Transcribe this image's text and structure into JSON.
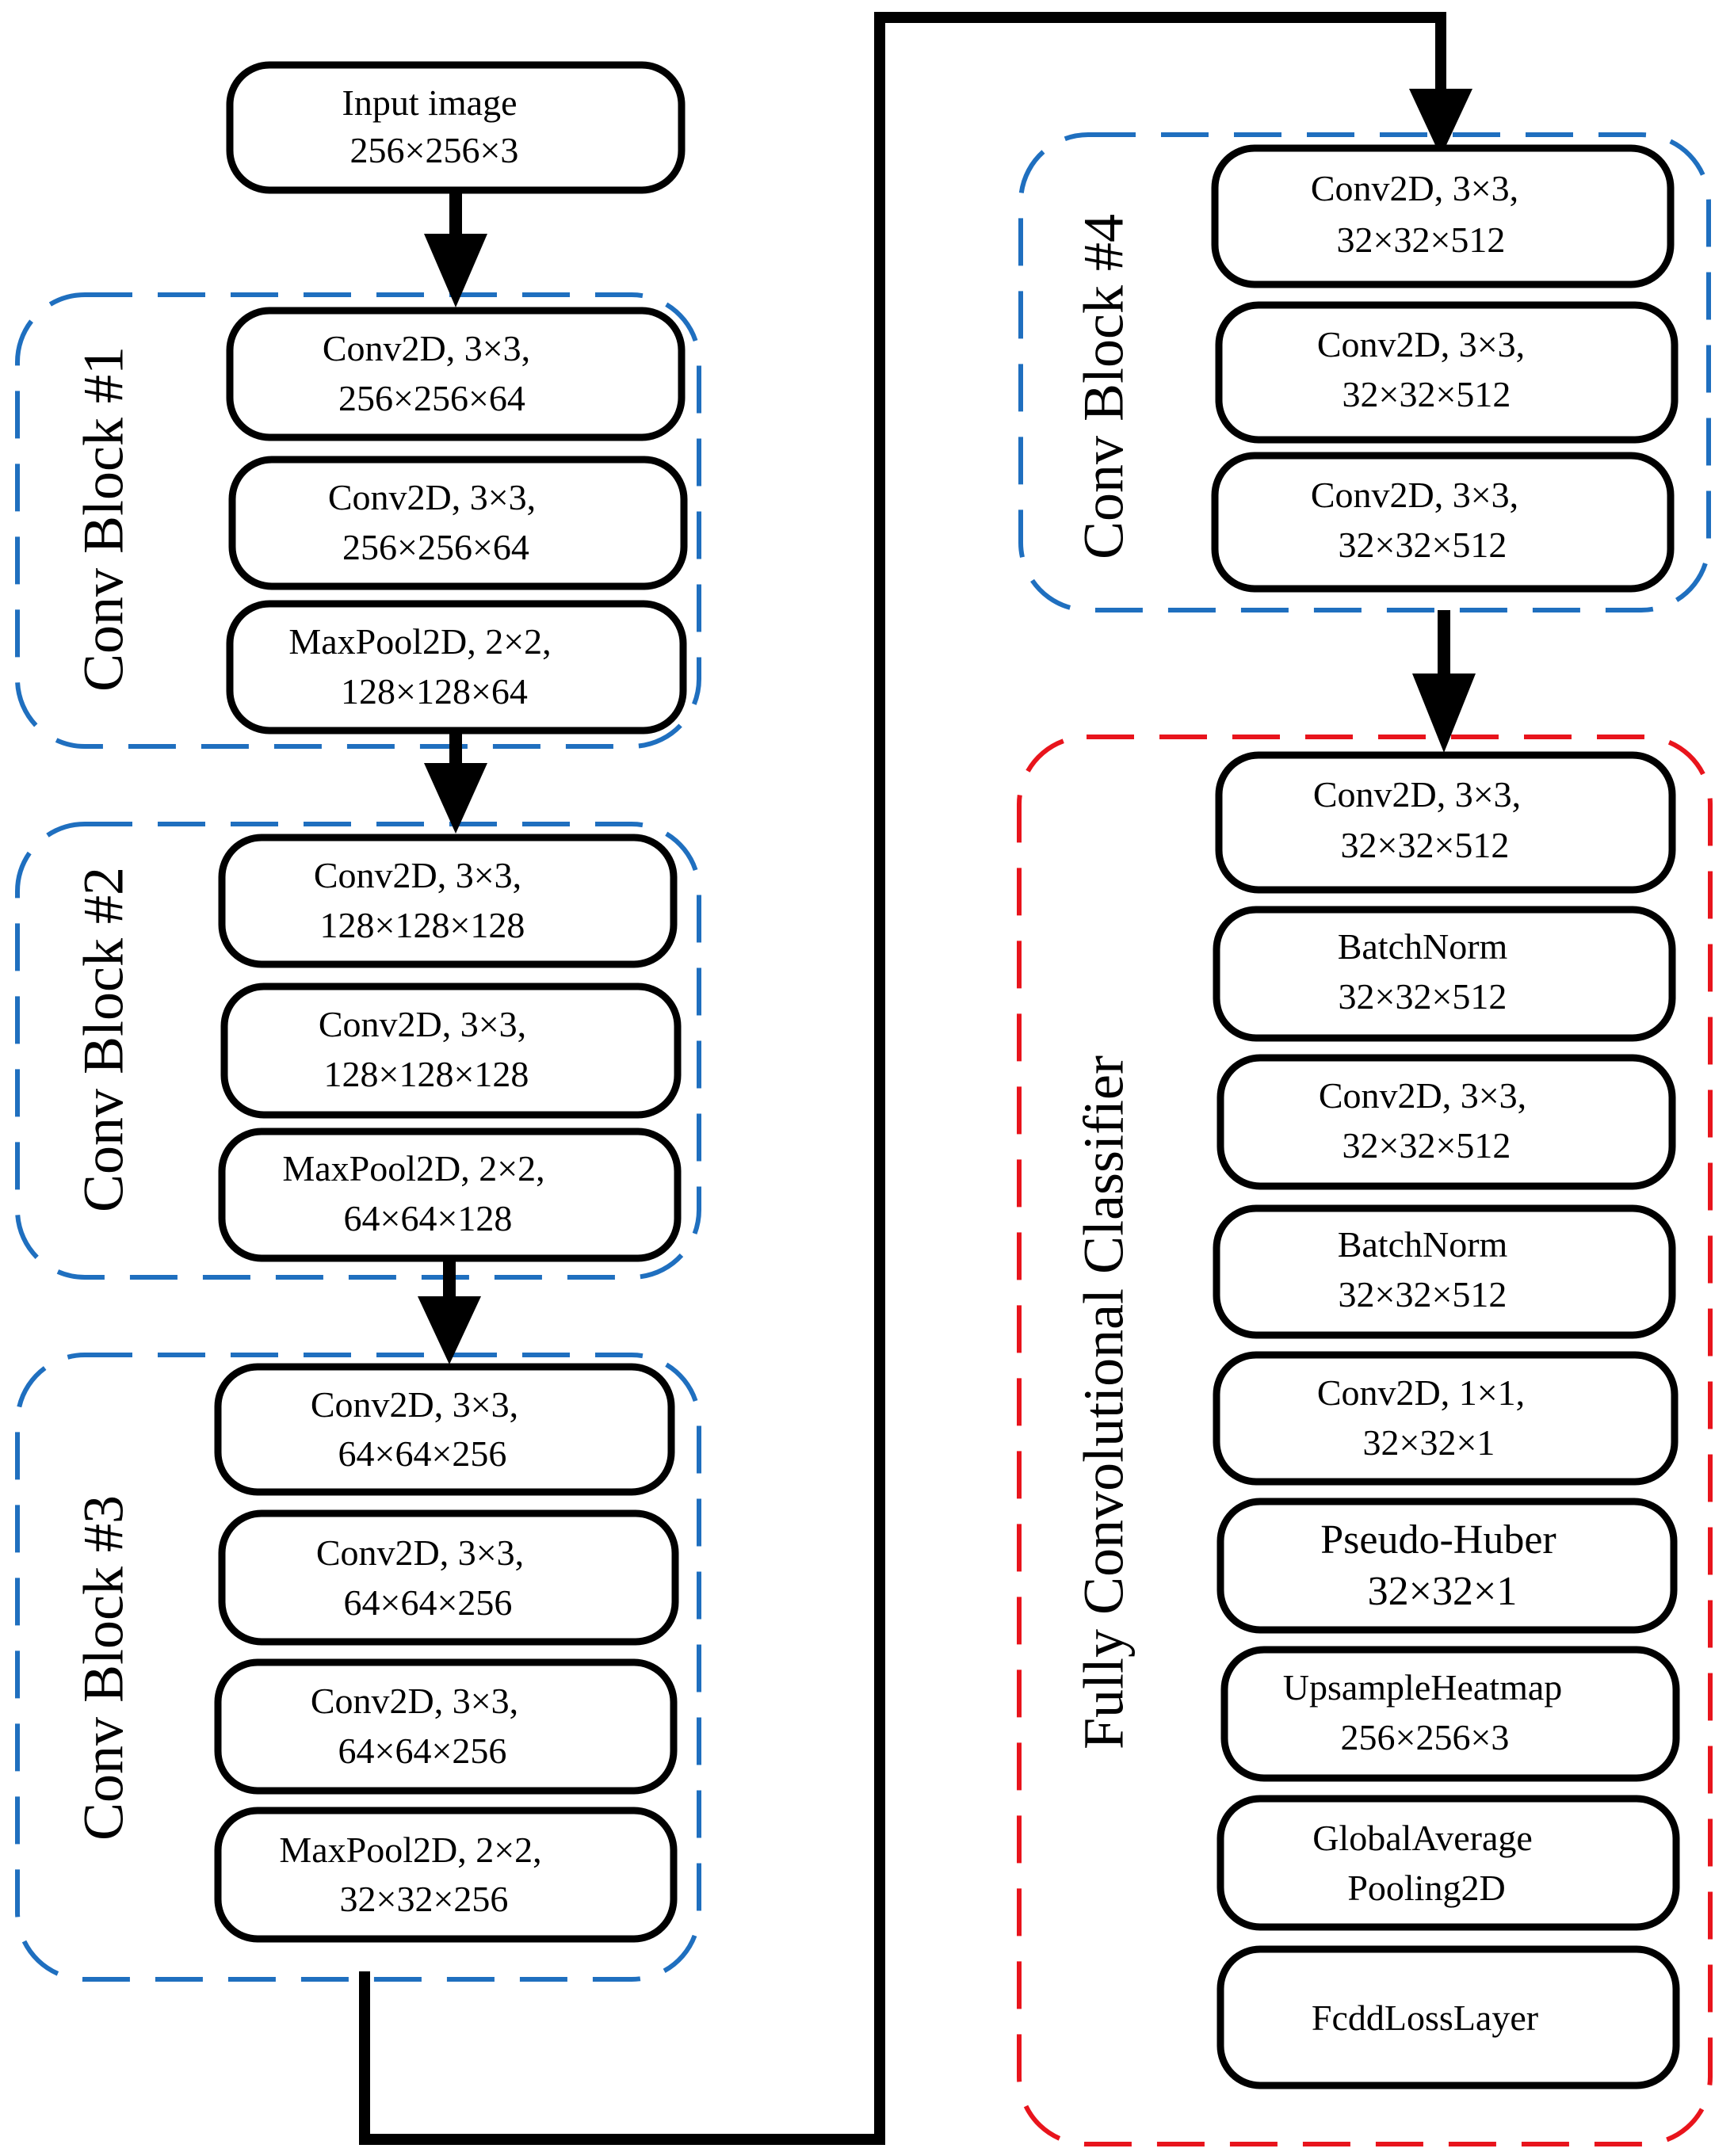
{
  "colors": {
    "box_stroke": "#000000",
    "arrow": "#000000",
    "encoder_group_border": "#1F6FBF",
    "classifier_group_border": "#E8141C"
  },
  "input": {
    "line1": "Input image",
    "line2": "256×256×3"
  },
  "block1": {
    "title": "Conv Block #1",
    "layers": [
      {
        "line1": "Conv2D, 3×3,",
        "line2": "256×256×64"
      },
      {
        "line1": "Conv2D, 3×3,",
        "line2": "256×256×64"
      },
      {
        "line1": "MaxPool2D, 2×2,",
        "line2": "128×128×64"
      }
    ]
  },
  "block2": {
    "title": "Conv Block #2",
    "layers": [
      {
        "line1": "Conv2D, 3×3,",
        "line2": "128×128×128"
      },
      {
        "line1": "Conv2D, 3×3,",
        "line2": "128×128×128"
      },
      {
        "line1": "MaxPool2D, 2×2,",
        "line2": "64×64×128"
      }
    ]
  },
  "block3": {
    "title": "Conv Block #3",
    "layers": [
      {
        "line1": "Conv2D, 3×3,",
        "line2": "64×64×256"
      },
      {
        "line1": "Conv2D, 3×3,",
        "line2": "64×64×256"
      },
      {
        "line1": "Conv2D, 3×3,",
        "line2": "64×64×256"
      },
      {
        "line1": "MaxPool2D, 2×2,",
        "line2": "32×32×256"
      }
    ]
  },
  "block4": {
    "title": "Conv Block #4",
    "layers": [
      {
        "line1": "Conv2D, 3×3,",
        "line2": "32×32×512"
      },
      {
        "line1": "Conv2D, 3×3,",
        "line2": "32×32×512"
      },
      {
        "line1": "Conv2D, 3×3,",
        "line2": "32×32×512"
      }
    ]
  },
  "classifier": {
    "title": "Fully Convolutional Classifier",
    "layers": [
      {
        "line1": "Conv2D, 3×3,",
        "line2": "32×32×512"
      },
      {
        "line1": "BatchNorm",
        "line2": "32×32×512"
      },
      {
        "line1": "Conv2D, 3×3,",
        "line2": "32×32×512"
      },
      {
        "line1": "BatchNorm",
        "line2": "32×32×512"
      },
      {
        "line1": "Conv2D, 1×1,",
        "line2": "32×32×1"
      },
      {
        "line1": "Pseudo-Huber",
        "line2": "32×32×1"
      },
      {
        "line1": "UpsampleHeatmap",
        "line2": "256×256×3"
      },
      {
        "line1": "GlobalAverage",
        "line2": "Pooling2D"
      },
      {
        "line1": "FcddLossLayer",
        "line2": ""
      }
    ]
  }
}
